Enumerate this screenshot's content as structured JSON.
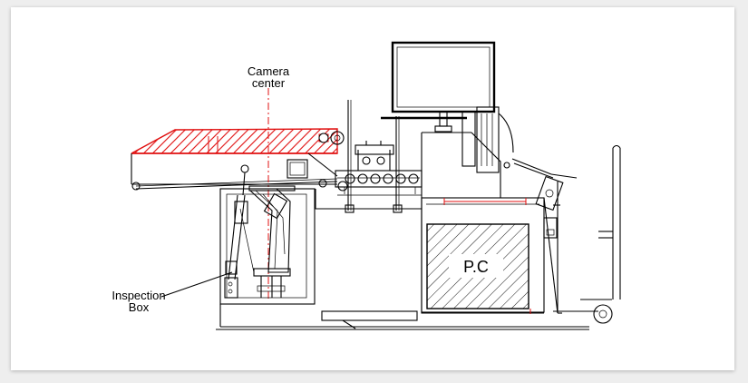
{
  "labels": {
    "camera_line1": "Camera",
    "camera_line2": "center",
    "inspection_line1": "Inspection",
    "inspection_line2": "Box",
    "pc": "P.C"
  },
  "colors": {
    "accent": "#e01010",
    "line": "#000000",
    "background": "#ffffff"
  }
}
